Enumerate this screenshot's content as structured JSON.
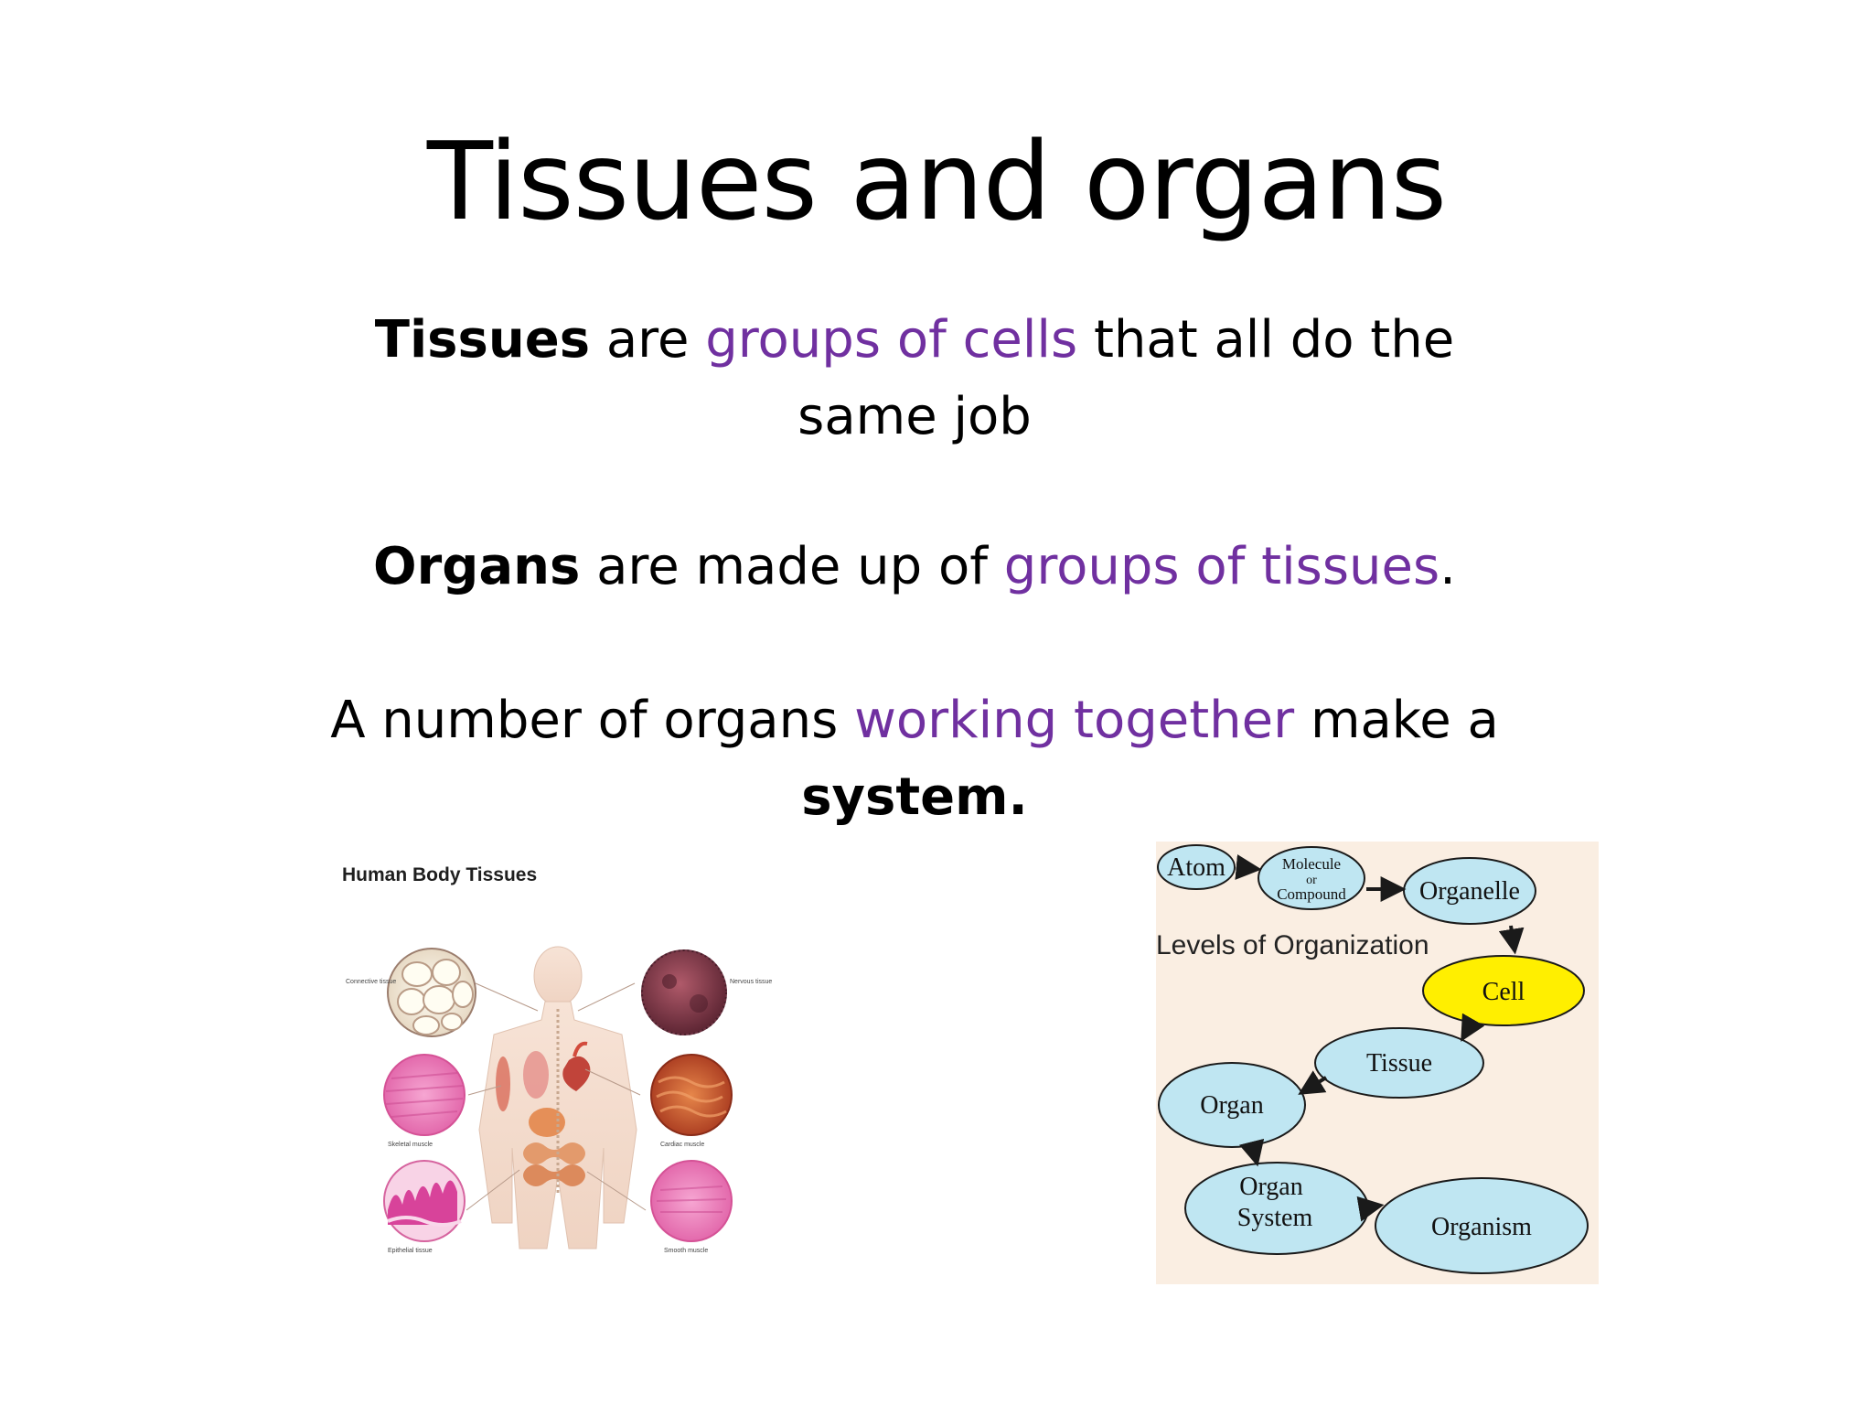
{
  "title": "Tissues and organs",
  "paragraph1": {
    "term": "Tissues",
    "text_a": " are ",
    "highlight": "groups of cells",
    "text_b": " that all do the same job"
  },
  "paragraph2": {
    "term": "Organs",
    "text_a": " are made up of ",
    "highlight": "groups of tissues",
    "text_b": "."
  },
  "paragraph3": {
    "text_a": "A number of organs ",
    "highlight": "working together",
    "text_b": " make a ",
    "term": "system."
  },
  "colors": {
    "highlight": "#7030a0",
    "node_fill": "#bfe6f2",
    "cell_fill": "#ffef00",
    "diagram_background": "#faeee2"
  },
  "tissue_figure": {
    "title": "Human Body Tissues",
    "labels": {
      "connective": "Connective tissue",
      "nervous": "Nervous tissue",
      "skeletal": "Skeletal muscle",
      "cardiac": "Cardiac muscle",
      "epithelial": "Epithelial tissue",
      "smooth": "Smooth muscle"
    }
  },
  "levels_diagram": {
    "title": "Levels of Organization",
    "nodes": {
      "atom": "Atom",
      "molecule_1": "Molecule",
      "molecule_2": "or",
      "molecule_3": "Compound",
      "organelle": "Organelle",
      "cell": "Cell",
      "tissue": "Tissue",
      "organ": "Organ",
      "organ_system_1": "Organ",
      "organ_system_2": "System",
      "organism": "Organism"
    }
  }
}
